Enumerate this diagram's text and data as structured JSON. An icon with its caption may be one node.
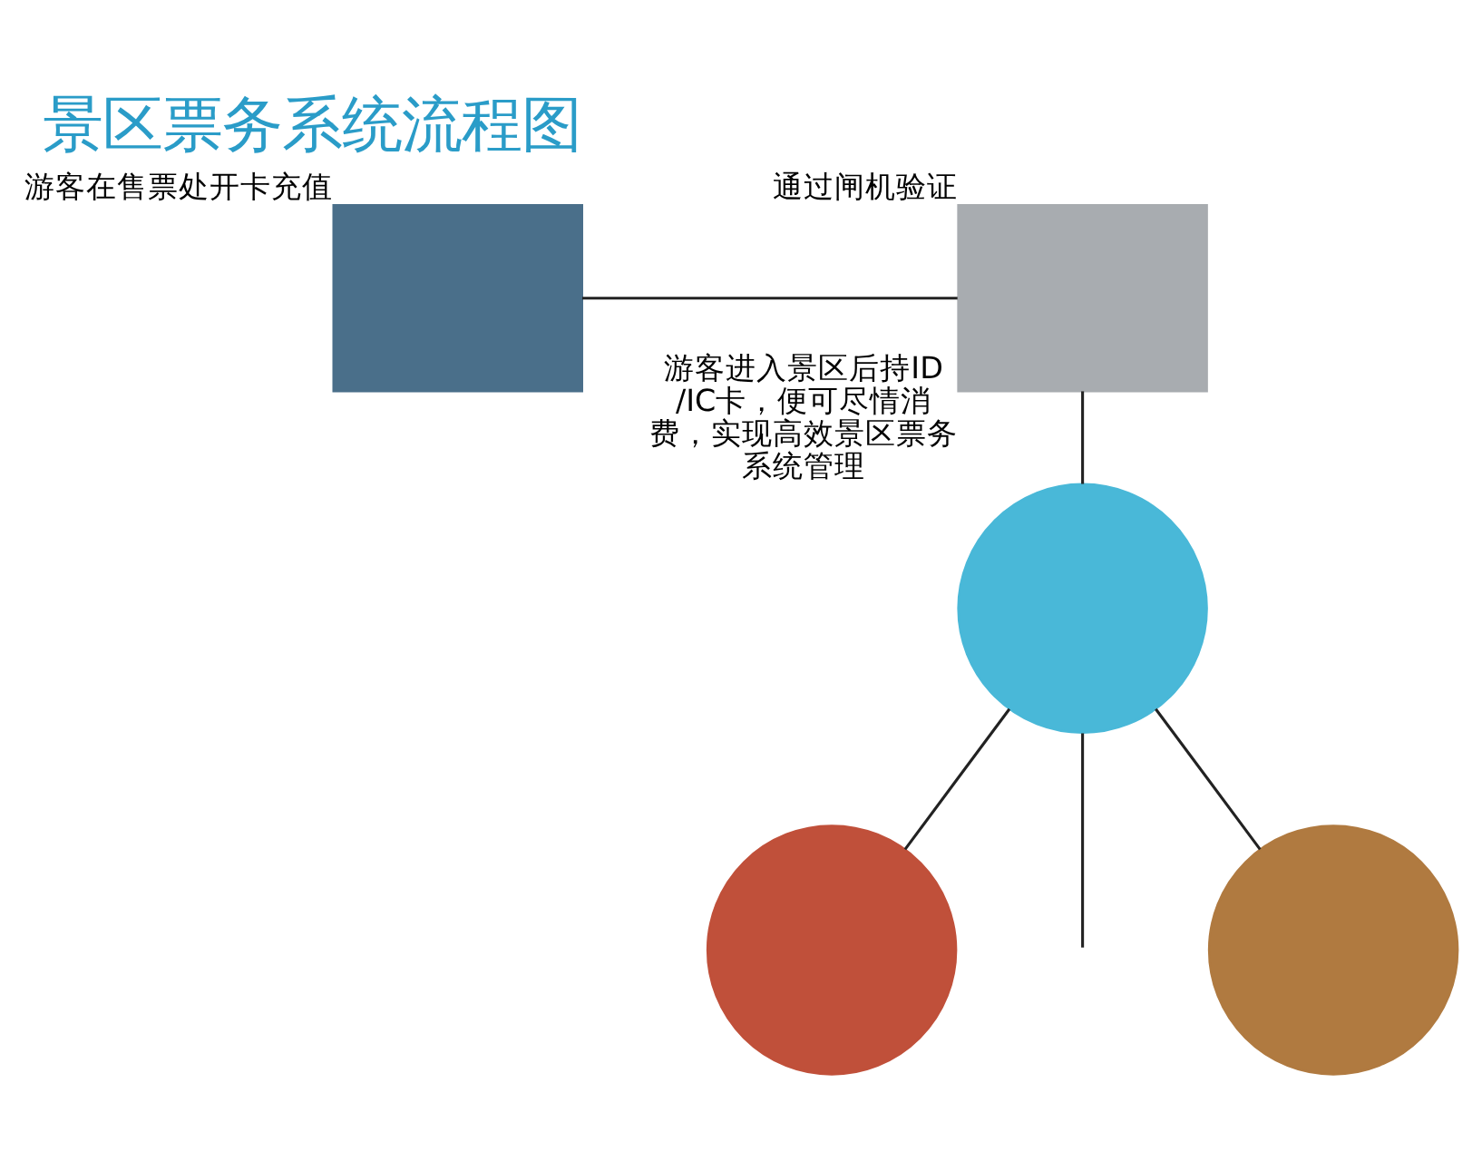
{
  "diagram": {
    "title": "景区票务系统流程图",
    "nodes": [
      {
        "text": [],
        "shape": "box",
        "beside": [
          "游客在售票处开卡充值"
        ]
      },
      {
        "text": [],
        "shape": "box",
        "beside": [
          "通过闸机验证"
        ]
      },
      {
        "text": [],
        "shape": "circle",
        "beside": [
          "游客进入景区后持ID/IC卡，便可尽情消费，实现高效景区票务系统管理"
        ]
      },
      {
        "text": [],
        "shape": "circle"
      },
      {
        "text": [],
        "shape": "circle"
      }
    ],
    "edges": [
      {
        "from": 0,
        "to": 1,
        "arrow": "none"
      },
      {
        "from": 1,
        "to": 2,
        "arrow": "none"
      },
      {
        "from": 2,
        "to": 3,
        "arrow": "none"
      },
      {
        "from": 2,
        "to": null,
        "arrow": "none"
      },
      {
        "from": 2,
        "to": 4,
        "arrow": "none"
      }
    ]
  }
}
